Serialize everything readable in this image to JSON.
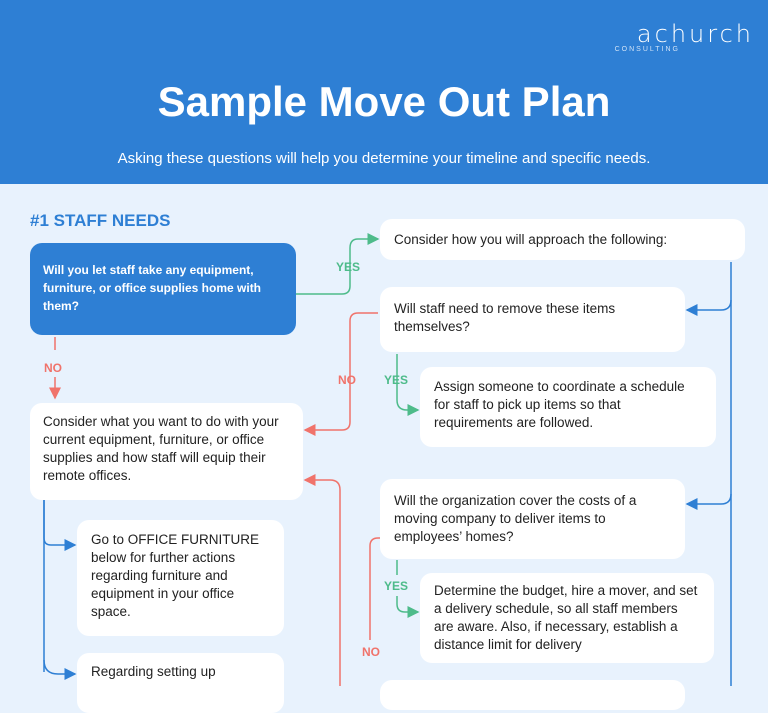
{
  "header": {
    "logo": "achurch",
    "logo_sub": "CONSULTING",
    "title": "Sample Move Out Plan",
    "subtitle": "Asking these questions will help you determine your timeline and specific needs."
  },
  "section": {
    "title": "#1 STAFF NEEDS"
  },
  "nodes": {
    "q_equipment": "Will you let staff take any equipment, furniture, or office supplies home with them?",
    "approach": "Consider how you will approach the following:",
    "remove_items": "Will staff need to remove these items themselves?",
    "coordinate": "Assign someone to coordinate a schedule for staff to pick up items so that requirements are followed.",
    "consider_current": "Consider what you want to do with your current equipment, furniture, or office supplies and how staff will equip their remote offices.",
    "moving_costs": "Will the organization cover the costs of a moving company to deliver items to employees’ homes?",
    "office_furniture": "Go to OFFICE FURNITURE below for further actions regarding furniture and equipment in your office space.",
    "budget": "Determine the budget, hire a mover, and set a delivery schedule, so all staff members are aware. Also, if necessary, establish a distance limit for delivery",
    "setting_up": "Regarding setting up"
  },
  "labels": {
    "yes_1": "YES",
    "no_1": "NO",
    "no_2": "NO",
    "yes_2": "YES",
    "yes_3": "YES",
    "no_3": "NO"
  },
  "colors": {
    "brand": "#2e7fd4",
    "background": "#e8f2fd",
    "yes": "#4dbb8a",
    "no": "#f0736b",
    "arrow": "#2e7fd4"
  }
}
